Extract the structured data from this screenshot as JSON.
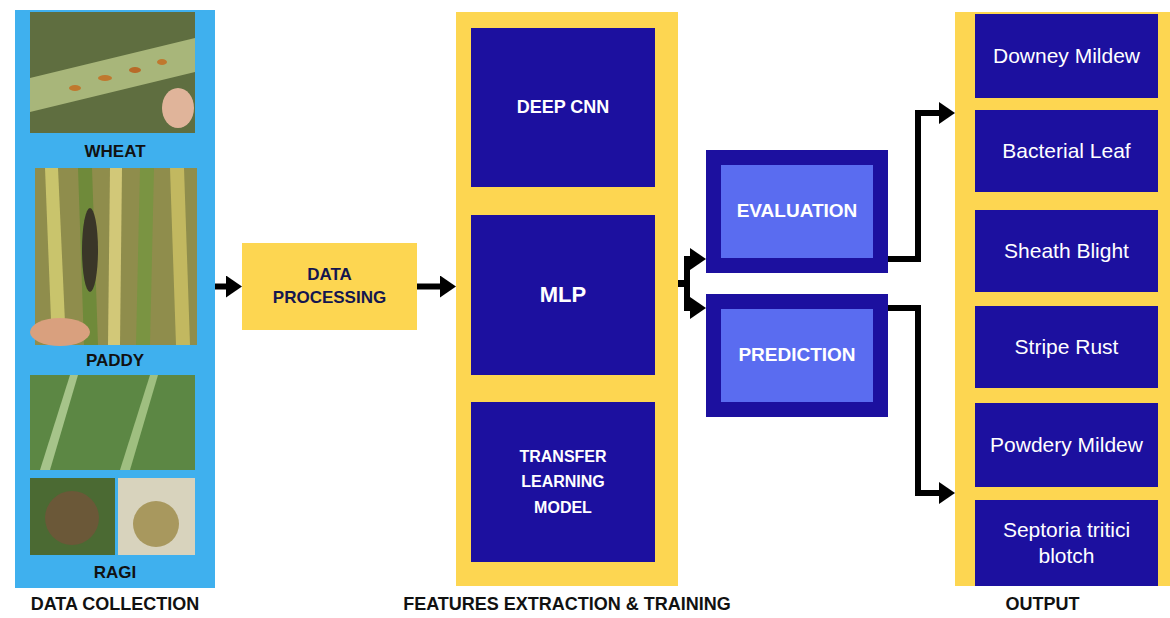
{
  "diagram": {
    "nodes": [
      {
        "text": [
          "WHEAT",
          "PADDY",
          "RAGI",
          "DATA COLLECTION"
        ]
      },
      {
        "text": [
          "DATA PROCESSING"
        ]
      },
      {
        "text": [
          "FEATURES EXTRACTION & TRAINING"
        ]
      },
      {
        "text": [
          "DEEP CNN"
        ],
        "in": 2
      },
      {
        "text": [
          "MLP"
        ],
        "in": 2
      },
      {
        "text": [
          "TRANSFER LEARNING MODEL"
        ],
        "in": 2
      },
      {
        "text": [
          "EVALUATION"
        ]
      },
      {
        "text": [
          "PREDICTION"
        ]
      },
      {
        "text": [
          "OUTPUT"
        ]
      },
      {
        "text": [
          "Downey Mildew"
        ],
        "in": 8
      },
      {
        "text": [
          "Bacterial Leaf"
        ],
        "in": 8
      },
      {
        "text": [
          "Sheath Blight"
        ],
        "in": 8
      },
      {
        "text": [
          "Stripe Rust"
        ],
        "in": 8
      },
      {
        "text": [
          "Powdery Mildew"
        ],
        "in": 8
      },
      {
        "text": [
          "Septoria tritici blotch"
        ],
        "in": 8
      }
    ],
    "edges": [
      {
        "from": 0,
        "to": 1,
        "arrow": "to"
      },
      {
        "from": 1,
        "to": 2,
        "arrow": "to"
      },
      {
        "from": 2,
        "to": 6,
        "arrow": "to"
      },
      {
        "from": 2,
        "to": 7,
        "arrow": "to"
      },
      {
        "from": 6,
        "to": 8,
        "arrow": "to"
      },
      {
        "from": 7,
        "to": 8,
        "arrow": "to"
      }
    ]
  }
}
